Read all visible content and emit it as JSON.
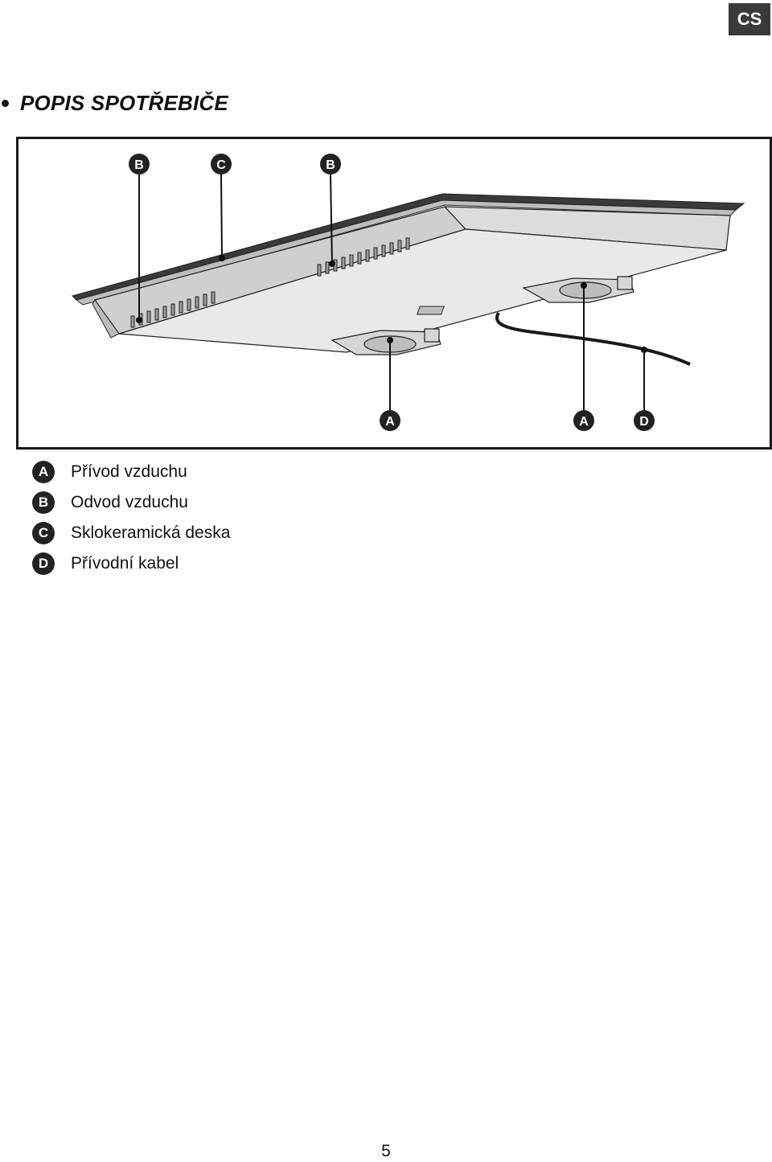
{
  "language_badge": "CS",
  "section": {
    "title": "POPIS SPOTŘEBIČE"
  },
  "figure": {
    "callouts": [
      {
        "letter": "B"
      },
      {
        "letter": "C"
      },
      {
        "letter": "B"
      },
      {
        "letter": "A"
      },
      {
        "letter": "A"
      },
      {
        "letter": "D"
      }
    ]
  },
  "legend": {
    "items": [
      {
        "letter": "A",
        "text": "Přívod vzduchu"
      },
      {
        "letter": "B",
        "text": "Odvod vzduchu"
      },
      {
        "letter": "C",
        "text": "Sklokeramická deska"
      },
      {
        "letter": "D",
        "text": "Přívodní kabel"
      }
    ]
  },
  "page_number": "5"
}
